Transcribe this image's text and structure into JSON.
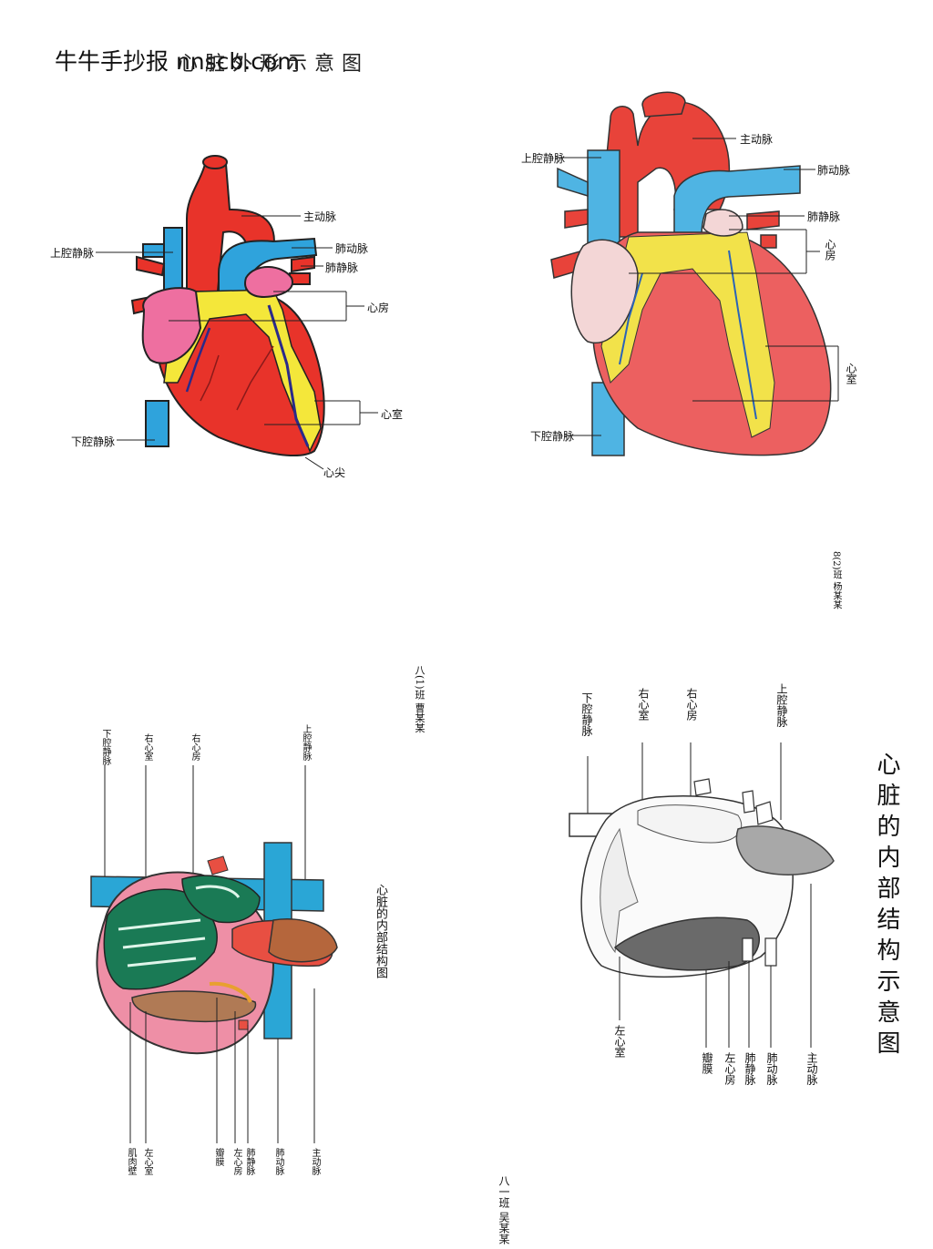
{
  "watermark": "牛牛手抄报 nnscb.com",
  "heading_handwritten": "心脏外形示意图",
  "diagram1": {
    "labels": {
      "aorta": "主动脉",
      "svc": "上腔静脉",
      "pulmonary_artery": "肺动脉",
      "pulmonary_vein": "肺静脉",
      "atria": "心房",
      "ventricles": "心室",
      "ivc": "下腔静脉",
      "apex": "心尖"
    }
  },
  "diagram2": {
    "labels": {
      "svc": "上腔静脉",
      "aorta": "主动脉",
      "pulmonary_artery": "肺动脉",
      "pulmonary_vein": "肺静脉",
      "atria": "心房",
      "ventricles": "心室",
      "ivc": "下腔静脉"
    },
    "signature": "8(2)班 杨某某"
  },
  "diagram3": {
    "title": "心脏的内部结构图",
    "signature": "八(1)班 曹某某",
    "top_labels": {
      "ivc": "下腔静脉",
      "right_ventricle": "右心室",
      "right_atrium": "右心房",
      "svc": "上腔静脉"
    },
    "bottom_labels": {
      "aorta": "主动脉",
      "pulmonary_artery": "肺动脉",
      "pulmonary_vein": "肺静脉",
      "left_atrium": "左心房",
      "valve": "瓣膜",
      "left_ventricle": "左心室",
      "myocardium": "肌肉壁"
    }
  },
  "diagram4": {
    "title": "心脏的内部结构示意图",
    "signature": "八一班 吴某某",
    "top_labels": {
      "ivc": "下腔静脉",
      "right_ventricle": "右心室",
      "right_atrium": "右心房",
      "svc": "上腔静脉"
    },
    "bottom_labels": {
      "left_ventricle": "左心室",
      "valve": "瓣膜",
      "left_atrium": "左心房",
      "pulmonary_vein": "肺静脉",
      "pulmonary_artery": "肺动脉",
      "aorta": "主动脉"
    }
  }
}
